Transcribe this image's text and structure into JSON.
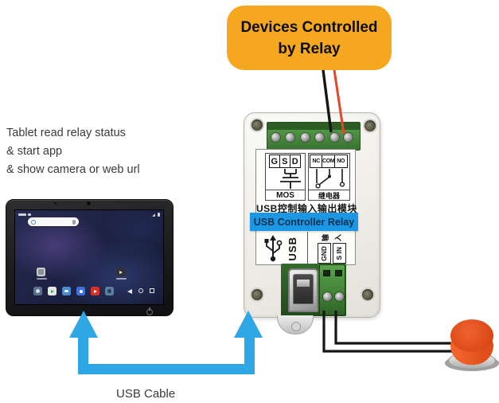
{
  "callout": {
    "line1": "Devices Controlled",
    "line2": "by Relay"
  },
  "tablet_note": {
    "line1": "Tablet read relay status",
    "line2": "& start app",
    "line3": "& show camera or web url"
  },
  "module": {
    "banner_label": "USB Controller Relay",
    "title_cn": "USB控制输入输出模块",
    "mos": {
      "pins": {
        "g": "G",
        "s": "S",
        "d": "D"
      },
      "label": "MOS"
    },
    "relay": {
      "pins": {
        "nc": "NC",
        "com": "COM",
        "no": "NO"
      },
      "label_cn": "继电器"
    },
    "io": {
      "usb_label": "USB",
      "input_char_1": "输",
      "input_char_2": "入",
      "gnd_label": "GND",
      "sin_label": "S IN"
    }
  },
  "cable_label": "USB Cable",
  "icons": {
    "usb_connector": "usb-trident",
    "tablet_front": [
      "camera-dot",
      "wifi",
      "battery",
      "mic",
      "google-g",
      "nav-back",
      "nav-home",
      "nav-recents",
      "power"
    ]
  },
  "colors": {
    "callout_yellow": "#F5A71F",
    "banner_blue": "#1B97E3",
    "arrow_blue": "#2EA7E4",
    "button_orange": "#E8551F",
    "wire_red": "#E8442A",
    "wire_black": "#161616",
    "terminal_green": "#4E9A46"
  }
}
